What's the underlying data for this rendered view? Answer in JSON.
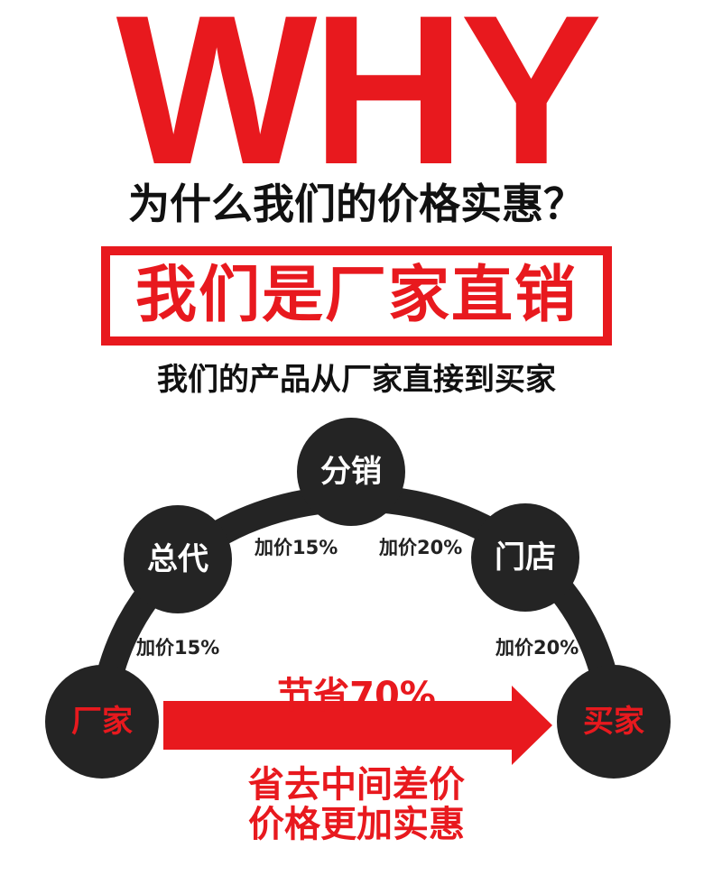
{
  "headline": "WHY",
  "question": "为什么我们的价格实惠？",
  "banner": "我们是厂家直销",
  "subtitle": "我们的产品从厂家直接到买家",
  "nodes": {
    "factory": "厂家",
    "general_agent": "总代",
    "distributor": "分销",
    "store": "门店",
    "buyer": "买家"
  },
  "markups": {
    "factory_to_agent": "加价15%",
    "agent_to_distributor": "加价15%",
    "distributor_to_store": "加价20%",
    "store_to_buyer": "加价20%"
  },
  "savings": "节省70%",
  "conclusion": {
    "line1": "省去中间差价",
    "line2": "价格更加实惠"
  },
  "colors": {
    "accent_red": "#e8191e",
    "node_dark": "#242424",
    "text_dark": "#111111"
  }
}
